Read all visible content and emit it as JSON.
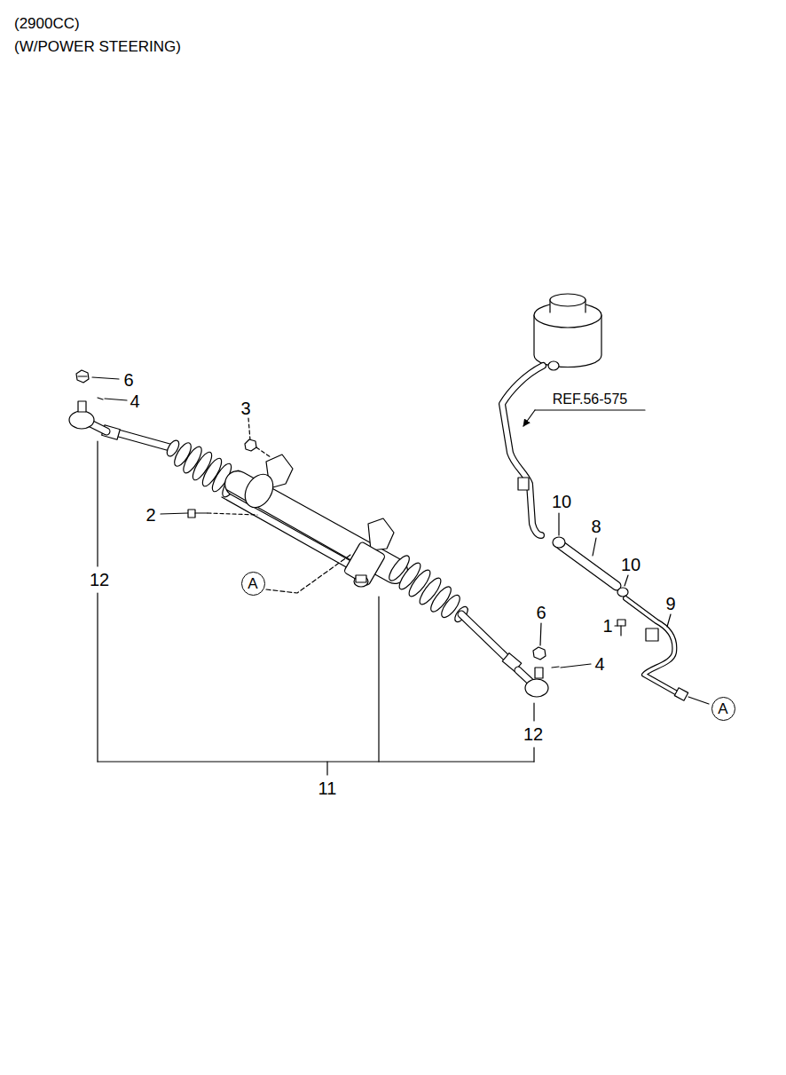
{
  "diagram": {
    "nodes": [
      {
        "text": [
          "A"
        ]
      },
      {
        "text": [
          "A"
        ]
      }
    ],
    "labels": [
      "(2900CC)",
      "(W/POWER STEERING)",
      "6",
      "4",
      "3",
      "REF.56-575",
      "10",
      "8",
      "2",
      "12",
      "10",
      "1",
      "9",
      "6",
      "4",
      "12",
      "11"
    ]
  }
}
